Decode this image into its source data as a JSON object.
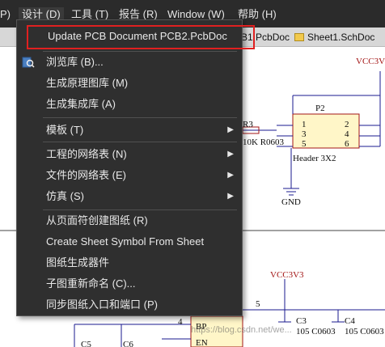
{
  "menubar": {
    "items": [
      {
        "label": "P)"
      },
      {
        "label": "设计 (D)"
      },
      {
        "label": "工具 (T)"
      },
      {
        "label": "报告 (R)"
      },
      {
        "label": "Window (W)"
      },
      {
        "label": "帮助 (H)"
      }
    ]
  },
  "tabs": [
    {
      "label": "B1.PcbDoc"
    },
    {
      "label": "Sheet1.SchDoc"
    }
  ],
  "menu": {
    "highlighted": "Update PCB Document PCB2.PcbDoc",
    "items": [
      {
        "label": "浏览库 (B)..."
      },
      {
        "label": "生成原理图库 (M)"
      },
      {
        "label": "生成集成库 (A)"
      },
      {
        "label": "模板 (T)"
      },
      {
        "label": "工程的网络表 (N)"
      },
      {
        "label": "文件的网络表 (E)"
      },
      {
        "label": "仿真 (S)"
      },
      {
        "label": "从页面符创建图纸 (R)"
      },
      {
        "label": "Create Sheet Symbol From Sheet"
      },
      {
        "label": "图纸生成器件"
      },
      {
        "label": "子图重新命名 (C)..."
      },
      {
        "label": "同步图纸入口和端口 (P)"
      }
    ]
  },
  "schematic": {
    "vcc_top": "VCC3V",
    "p2": "P2",
    "r3": "R3",
    "r3_value": "10K R0603",
    "header": "Header 3X2",
    "pins": [
      "1",
      "2",
      "3",
      "4",
      "5",
      "6"
    ],
    "gnd": "GND",
    "vcc_bottom": "VCC3V3",
    "pin5": "5",
    "pin4": "4",
    "bp": "BP",
    "en": "EN",
    "c3": "C3",
    "c4": "C4",
    "c3_value": "105 C0603",
    "c4_value": "105 C0603",
    "c5": "C5",
    "c6": "C6"
  },
  "watermark": "https://blog.csdn.net/we...",
  "colors": {
    "menu_bg": "#2f2f2f",
    "highlight": "#e02020",
    "wire": "#1a1a8f",
    "label_red": "#a31515"
  }
}
